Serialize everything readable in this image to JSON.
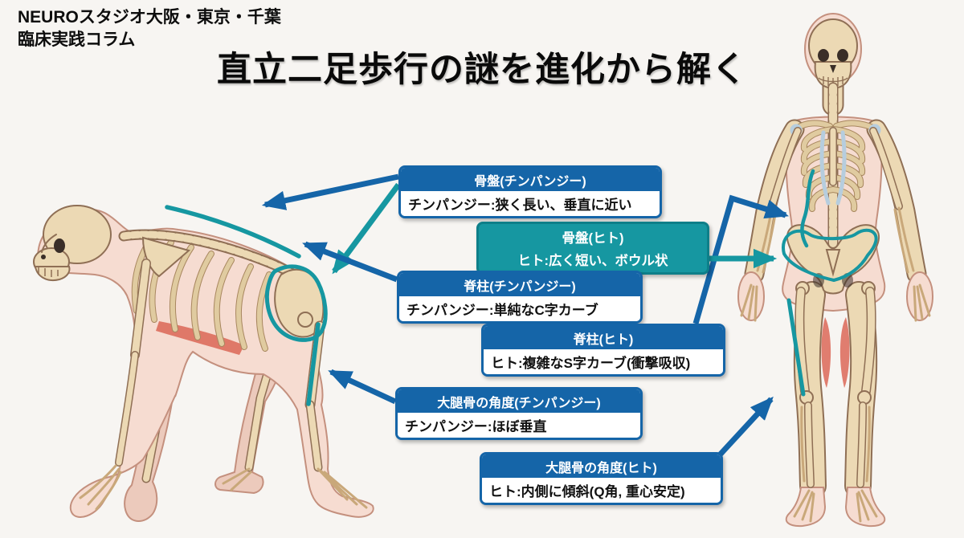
{
  "header": {
    "line1": "NEUROスタジオ大阪・東京・千葉",
    "line2": "臨床実践コラム"
  },
  "title": "直立二足歩行の謎を進化から解く",
  "colors": {
    "background": "#f7f5f2",
    "accent_blue": "#1565a8",
    "accent_teal": "#1697a1",
    "callout_body_bg": "#ffffff",
    "text_black": "#111111",
    "bone_fill": "#ecd9b4",
    "bone_outline": "#8f6f55",
    "skin_fill": "#f6dcd1",
    "muscle_red": "#d95f4d"
  },
  "callouts": [
    {
      "id": "pelvis-chimp",
      "variant": "blue",
      "title": "骨盤(チンパンジー)",
      "body": "チンパンジー:狭く長い、垂直に近い"
    },
    {
      "id": "pelvis-human",
      "variant": "teal",
      "title": "骨盤(ヒト)",
      "body": "ヒト:広く短い、ボウル状"
    },
    {
      "id": "spine-chimp",
      "variant": "blue",
      "title": "脊柱(チンパンジー)",
      "body": "チンパンジー:単純なC字カーブ"
    },
    {
      "id": "spine-human",
      "variant": "blue",
      "title": "脊柱(ヒト)",
      "body": "ヒト:複雑なS字カーブ(衝撃吸収)"
    },
    {
      "id": "femur-chimp",
      "variant": "blue",
      "title": "大腿骨の角度(チンパンジー)",
      "body": "チンパンジー:ほぼ垂直"
    },
    {
      "id": "femur-human",
      "variant": "blue",
      "title": "大腿骨の角度(ヒト)",
      "body": "ヒト:内側に傾斜(Q角, 重心安定)"
    }
  ]
}
